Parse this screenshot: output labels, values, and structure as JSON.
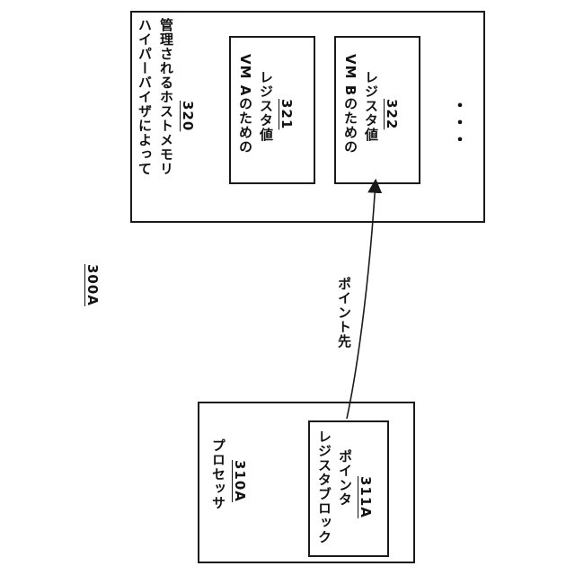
{
  "figure_label": "300A",
  "host_memory": {
    "label_line1": "ハイパーバイザによって",
    "label_line2": "管理されるホストメモリ",
    "ref": "320",
    "reg_a": {
      "line1": "VM Aのための",
      "line2": "レジスタ値",
      "ref": "321"
    },
    "reg_b": {
      "line1": "VM Bのための",
      "line2": "レジスタ値",
      "ref": "322"
    },
    "ellipsis": "・・・"
  },
  "processor": {
    "label": "プロセッサ",
    "ref": "310A",
    "pointer": {
      "line1": "レジスタブロック",
      "line2": "ポインタ",
      "ref": "311A"
    }
  },
  "arrow_label": "ポイント先"
}
